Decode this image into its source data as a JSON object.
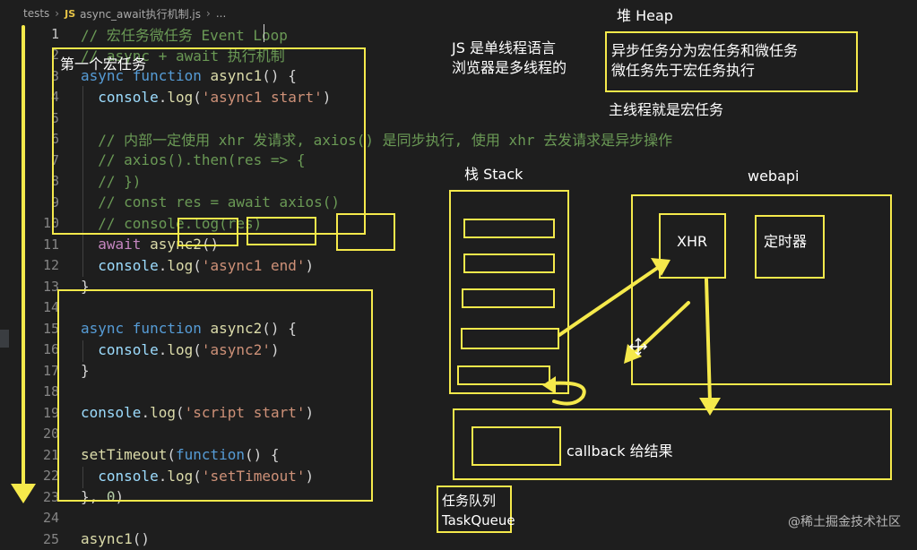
{
  "breadcrumb": {
    "folder": "tests",
    "file_type": "JS",
    "file": "async_await执行机制.js",
    "more": "..."
  },
  "editor": {
    "lines": [
      {
        "n": "1",
        "tokens": [
          [
            "cmt",
            "// 宏任务微任务 Event Loop"
          ]
        ]
      },
      {
        "n": "2",
        "tokens": [
          [
            "cmt",
            "// async + await 执行机制"
          ]
        ]
      },
      {
        "n": "3",
        "tokens": [
          [
            "kw",
            "async "
          ],
          [
            "kw",
            "function "
          ],
          [
            "fn",
            "async1"
          ],
          [
            "plain",
            "() {"
          ]
        ]
      },
      {
        "n": "4",
        "tokens": [
          [
            "plain",
            "  "
          ],
          [
            "var",
            "console"
          ],
          [
            "plain",
            "."
          ],
          [
            "fn",
            "log"
          ],
          [
            "plain",
            "("
          ],
          [
            "str",
            "'async1 start'"
          ],
          [
            "plain",
            ")"
          ]
        ]
      },
      {
        "n": "5",
        "tokens": []
      },
      {
        "n": "6",
        "tokens": [
          [
            "plain",
            "  "
          ],
          [
            "cmt",
            "// 内部一定使用 xhr 发请求, axios() 是同步执行, 使用 xhr 去发请求是异步操作"
          ]
        ]
      },
      {
        "n": "7",
        "tokens": [
          [
            "plain",
            "  "
          ],
          [
            "cmt",
            "// axios().then(res => {"
          ]
        ]
      },
      {
        "n": "8",
        "tokens": [
          [
            "plain",
            "  "
          ],
          [
            "cmt",
            "// })"
          ]
        ]
      },
      {
        "n": "9",
        "tokens": [
          [
            "plain",
            "  "
          ],
          [
            "cmt",
            "// const res = await axios()"
          ]
        ]
      },
      {
        "n": "10",
        "tokens": [
          [
            "plain",
            "  "
          ],
          [
            "cmt",
            "// console.log(res)"
          ]
        ]
      },
      {
        "n": "11",
        "tokens": [
          [
            "plain",
            "  "
          ],
          [
            "kw2",
            "await "
          ],
          [
            "fn",
            "async2"
          ],
          [
            "plain",
            "()"
          ]
        ]
      },
      {
        "n": "12",
        "tokens": [
          [
            "plain",
            "  "
          ],
          [
            "var",
            "console"
          ],
          [
            "plain",
            "."
          ],
          [
            "fn",
            "log"
          ],
          [
            "plain",
            "("
          ],
          [
            "str",
            "'async1 end'"
          ],
          [
            "plain",
            ")"
          ]
        ]
      },
      {
        "n": "13",
        "tokens": [
          [
            "plain",
            "}"
          ]
        ]
      },
      {
        "n": "14",
        "tokens": []
      },
      {
        "n": "15",
        "tokens": [
          [
            "kw",
            "async "
          ],
          [
            "kw",
            "function "
          ],
          [
            "fn",
            "async2"
          ],
          [
            "plain",
            "() {"
          ]
        ]
      },
      {
        "n": "16",
        "tokens": [
          [
            "plain",
            "  "
          ],
          [
            "var",
            "console"
          ],
          [
            "plain",
            "."
          ],
          [
            "fn",
            "log"
          ],
          [
            "plain",
            "("
          ],
          [
            "str",
            "'async2'"
          ],
          [
            "plain",
            ")"
          ]
        ]
      },
      {
        "n": "17",
        "tokens": [
          [
            "plain",
            "}"
          ]
        ]
      },
      {
        "n": "18",
        "tokens": []
      },
      {
        "n": "19",
        "tokens": [
          [
            "var",
            "console"
          ],
          [
            "plain",
            "."
          ],
          [
            "fn",
            "log"
          ],
          [
            "plain",
            "("
          ],
          [
            "str",
            "'script start'"
          ],
          [
            "plain",
            ")"
          ]
        ]
      },
      {
        "n": "20",
        "tokens": []
      },
      {
        "n": "21",
        "tokens": [
          [
            "fn",
            "setTimeout"
          ],
          [
            "plain",
            "("
          ],
          [
            "kw",
            "function"
          ],
          [
            "plain",
            "() {"
          ]
        ]
      },
      {
        "n": "22",
        "tokens": [
          [
            "plain",
            "  "
          ],
          [
            "var",
            "console"
          ],
          [
            "plain",
            "."
          ],
          [
            "fn",
            "log"
          ],
          [
            "plain",
            "("
          ],
          [
            "str",
            "'setTimeout'"
          ],
          [
            "plain",
            ")"
          ]
        ]
      },
      {
        "n": "23",
        "tokens": [
          [
            "plain",
            "}, "
          ],
          [
            "num",
            "0"
          ],
          [
            "plain",
            ")"
          ]
        ]
      },
      {
        "n": "24",
        "tokens": []
      },
      {
        "n": "25",
        "tokens": [
          [
            "fn",
            "async1"
          ],
          [
            "plain",
            "()"
          ]
        ]
      }
    ]
  },
  "annotations": {
    "macro_task_label": "第一个宏任务",
    "js_single_thread": "JS 是单线程语言",
    "browser_multi_thread": "浏览器是多线程的",
    "heap_title": "堆 Heap",
    "heap_line1": "异步任务分为宏任务和微任务",
    "heap_line2": "微任务先于宏任务执行",
    "main_thread": "主线程就是宏任务",
    "stack_title": "栈  Stack",
    "webapi_title": "webapi",
    "xhr_label": "XHR",
    "timer_label": "定时器",
    "callback_label": "callback 给结果",
    "queue_line1": "任务队列",
    "queue_line2": "TaskQueue"
  },
  "colors": {
    "highlight": "#f5e94b",
    "background": "#1e1e1e"
  },
  "watermark": "@稀土掘金技术社区"
}
